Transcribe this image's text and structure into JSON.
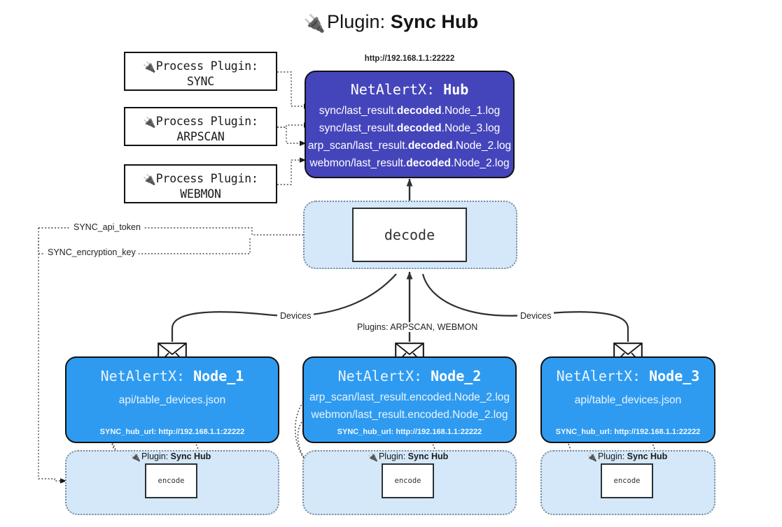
{
  "header": {
    "icon": "plug-icon",
    "prefix": "Plugin: ",
    "title": "Sync Hub"
  },
  "process_plugins": [
    {
      "line1": "Process Plugin:",
      "line2": "SYNC",
      "icon": "plug-icon"
    },
    {
      "line1": "Process Plugin:",
      "line2": "ARPSCAN",
      "icon": "plug-icon"
    },
    {
      "line1": "Process Plugin:",
      "line2": "WEBMON",
      "icon": "plug-icon"
    }
  ],
  "hub": {
    "url": "http://192.168.1.1:22222",
    "title_prefix": "NetAlertX: ",
    "title_name": "Hub",
    "lines": [
      {
        "pre": "sync/last_result.",
        "em": "decoded",
        "post": ".Node_1.log"
      },
      {
        "pre": "sync/last_result.",
        "em": "decoded",
        "post": ".Node_3.log"
      },
      {
        "pre": "arp_scan/last_result.",
        "em": "decoded",
        "post": ".Node_2.log"
      },
      {
        "pre": "webmon/last_result.",
        "em": "decoded",
        "post": ".Node_2.log"
      }
    ]
  },
  "decode": {
    "label": "decode",
    "inputs": [
      {
        "label": "SYNC_api_token"
      },
      {
        "label": "SYNC_encryption_key"
      }
    ]
  },
  "edge_labels": {
    "devices_left": "Devices",
    "devices_right": "Devices",
    "plugins_center": "Plugins: ARPSCAN, WEBMON"
  },
  "nodes": [
    {
      "title_prefix": "NetAlertX: ",
      "title_name": "Node_1",
      "lines": [
        "api/table_devices.json"
      ],
      "footer": "SYNC_hub_url: http://192.168.1.1:22222",
      "plugin_tag_prefix": "Plugin: ",
      "plugin_tag_name": "Sync Hub",
      "encode_label": "encode",
      "icon": "envelope-icon"
    },
    {
      "title_prefix": "NetAlertX: ",
      "title_name": "Node_2",
      "lines": [
        "arp_scan/last_result.encoded.Node_2.log",
        "webmon/last_result.encoded.Node_2.log"
      ],
      "footer": "SYNC_hub_url: http://192.168.1.1:22222",
      "plugin_tag_prefix": "Plugin: ",
      "plugin_tag_name": "Sync Hub",
      "encode_label": "encode",
      "icon": "envelope-icon"
    },
    {
      "title_prefix": "NetAlertX: ",
      "title_name": "Node_3",
      "lines": [
        "api/table_devices.json"
      ],
      "footer": "SYNC_hub_url: http://192.168.1.1:22222",
      "plugin_tag_prefix": "Plugin: ",
      "plugin_tag_name": "Sync Hub",
      "encode_label": "encode",
      "icon": "envelope-icon"
    }
  ],
  "colors": {
    "hub_fill": "#4545bb",
    "node_fill": "#2f9bf0",
    "container_fill": "#d4e8fa",
    "container_border": "#7a8a99",
    "stroke": "#111111"
  }
}
